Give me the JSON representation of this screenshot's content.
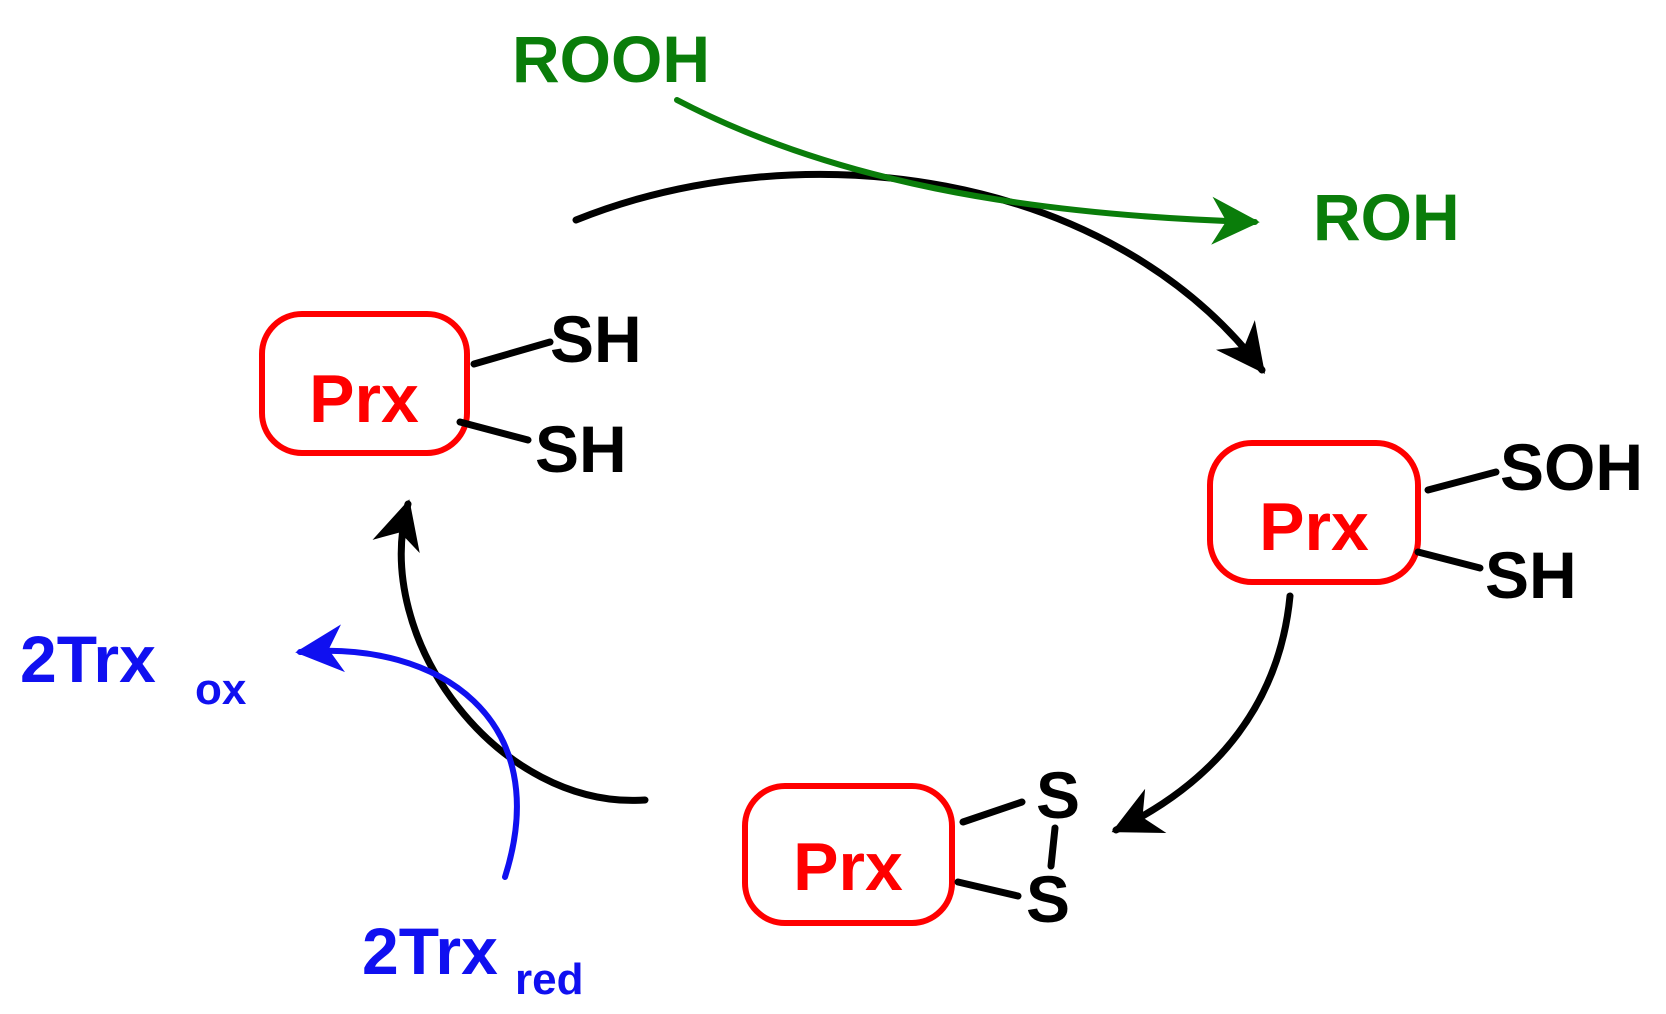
{
  "diagram": {
    "states": {
      "reduced": {
        "label": "Prx",
        "group_top": "SH",
        "group_bottom": "SH"
      },
      "sulfenic": {
        "label": "Prx",
        "group_top": "SOH",
        "group_bottom": "SH"
      },
      "disulfide": {
        "label": "Prx",
        "group_top": "S",
        "group_bottom": "S"
      }
    },
    "oxidation": {
      "substrate": "ROOH",
      "product": "ROH",
      "color": "#0a7d0a"
    },
    "reduction": {
      "reductant": "2Trx",
      "reductant_sub": "red",
      "oxidized": "2Trx",
      "oxidized_sub": "ox",
      "color": "#1010f0"
    },
    "colors": {
      "enzyme": "#ff0000",
      "cycle": "#000000"
    }
  }
}
